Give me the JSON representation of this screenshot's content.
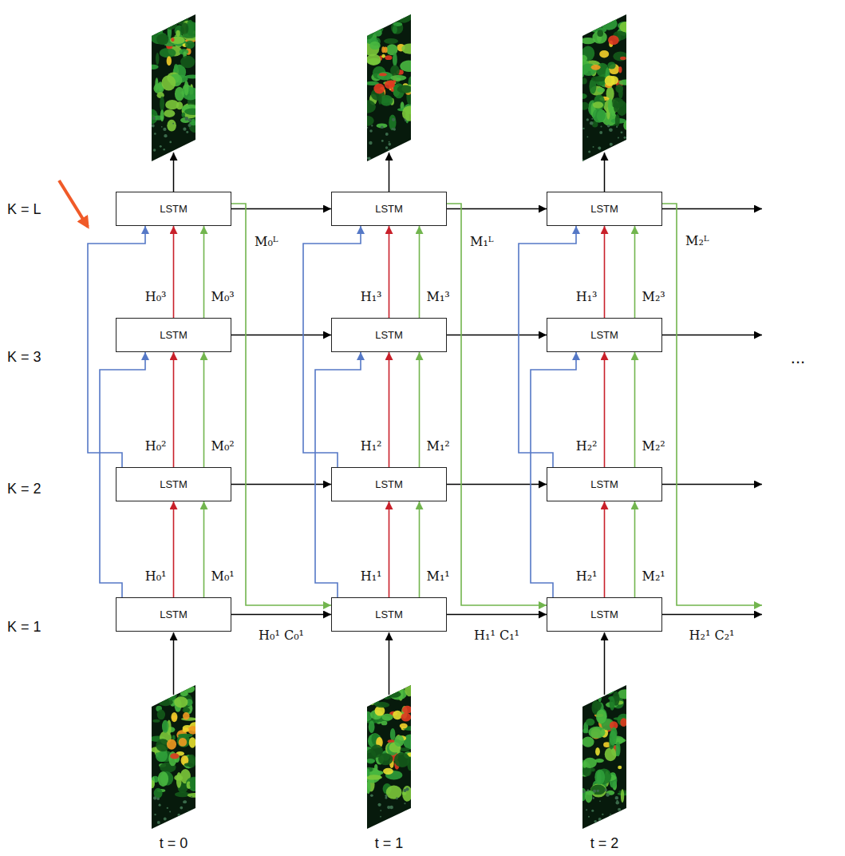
{
  "diagram": {
    "nodes": [
      {
        "text": [
          "LSTM"
        ]
      },
      {
        "text": [
          "LSTM"
        ]
      },
      {
        "text": [
          "LSTM"
        ]
      },
      {
        "text": [
          "LSTM"
        ]
      },
      {
        "text": [
          "LSTM"
        ]
      },
      {
        "text": [
          "LSTM"
        ]
      },
      {
        "text": [
          "LSTM"
        ]
      },
      {
        "text": [
          "LSTM"
        ]
      },
      {
        "text": [
          "LSTM"
        ]
      },
      {
        "text": [
          "LSTM"
        ]
      },
      {
        "text": [
          "LSTM"
        ]
      },
      {
        "text": [
          "LSTM"
        ]
      }
    ],
    "edges": [
      {
        "from": 0,
        "to": 1,
        "arrow": "to"
      },
      {
        "from": 1,
        "to": 2,
        "arrow": "to"
      },
      {
        "from": 3,
        "to": 4,
        "arrow": "to"
      },
      {
        "from": 4,
        "to": 5,
        "arrow": "to"
      },
      {
        "from": 6,
        "to": 7,
        "arrow": "to"
      },
      {
        "from": 7,
        "to": 8,
        "arrow": "to"
      },
      {
        "from": 9,
        "to": 10,
        "label": "H₀¹ C₀¹",
        "arrow": "to"
      },
      {
        "from": 10,
        "to": 11,
        "label": "H₁¹ C₁¹",
        "arrow": "to"
      },
      {
        "from": 9,
        "to": 6,
        "label": "H₀¹",
        "arrow": "to"
      },
      {
        "from": 10,
        "to": 7,
        "label": "H₁¹",
        "arrow": "to"
      },
      {
        "from": 11,
        "to": 8,
        "label": "H₂¹",
        "arrow": "to"
      },
      {
        "from": 6,
        "to": 3,
        "label": "H₀²",
        "arrow": "to"
      },
      {
        "from": 7,
        "to": 4,
        "label": "H₁²",
        "arrow": "to"
      },
      {
        "from": 8,
        "to": 5,
        "label": "H₂²",
        "arrow": "to"
      },
      {
        "from": 3,
        "to": 0,
        "label": "H₀³",
        "arrow": "to"
      },
      {
        "from": 4,
        "to": 1,
        "label": "H₁³",
        "arrow": "to"
      },
      {
        "from": 5,
        "to": 2,
        "label": "H₁³",
        "arrow": "to"
      },
      {
        "from": 9,
        "to": 6,
        "label": "M₀¹",
        "arrow": "to"
      },
      {
        "from": 10,
        "to": 7,
        "label": "M₁¹",
        "arrow": "to"
      },
      {
        "from": 11,
        "to": 8,
        "label": "M₂¹",
        "arrow": "to"
      },
      {
        "from": 6,
        "to": 3,
        "label": "M₀²",
        "arrow": "to"
      },
      {
        "from": 7,
        "to": 4,
        "label": "M₁²",
        "arrow": "to"
      },
      {
        "from": 8,
        "to": 5,
        "label": "M₂²",
        "arrow": "to"
      },
      {
        "from": 3,
        "to": 0,
        "label": "M₀³",
        "arrow": "to"
      },
      {
        "from": 4,
        "to": 1,
        "label": "M₁³",
        "arrow": "to"
      },
      {
        "from": 5,
        "to": 2,
        "label": "M₂³",
        "arrow": "to"
      },
      {
        "from": 9,
        "to": 3,
        "arrow": "to"
      },
      {
        "from": 10,
        "to": 4,
        "arrow": "to"
      },
      {
        "from": 11,
        "to": 5,
        "arrow": "to"
      },
      {
        "from": 6,
        "to": 0,
        "arrow": "to"
      },
      {
        "from": 7,
        "to": 1,
        "arrow": "to"
      },
      {
        "from": 8,
        "to": 2,
        "arrow": "to"
      },
      {
        "from": 0,
        "to": 10,
        "label": "M₀ᴸ",
        "arrow": "to"
      },
      {
        "from": 1,
        "to": 11,
        "label": "M₁ᴸ",
        "arrow": "to"
      }
    ],
    "labels": [
      "K = L",
      "K = 3",
      "K = 2",
      "K = 1",
      "t = 0",
      "t = 1",
      "t = 2",
      "M₂ᴸ",
      "H₂¹ C₂¹",
      "..."
    ]
  }
}
